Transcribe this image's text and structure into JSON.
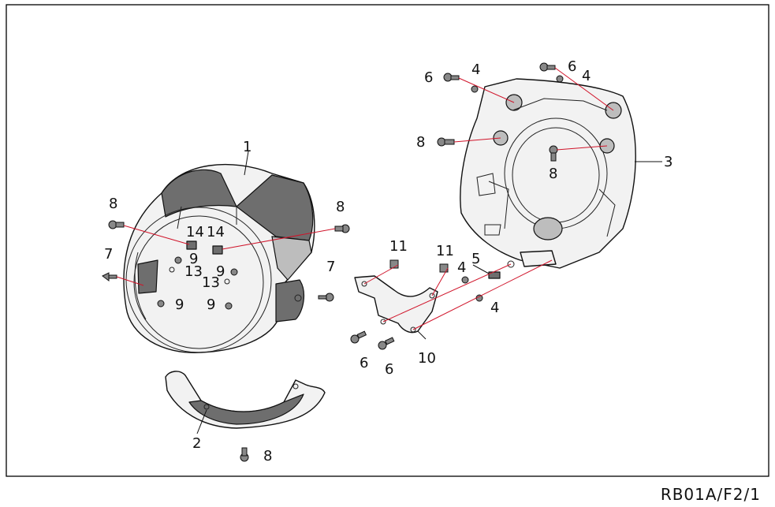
{
  "drawing_ref": "RB01A/F2/1",
  "callouts": {
    "c1": "1",
    "c2": "2",
    "c3": "3",
    "c4a": "4",
    "c4b": "4",
    "c4c": "4",
    "c4d": "4",
    "c5": "5",
    "c6a": "6",
    "c6b": "6",
    "c6c": "6",
    "c6d": "6",
    "c7a": "7",
    "c7b": "7",
    "c8a": "8",
    "c8b": "8",
    "c8c": "8",
    "c8d": "8",
    "c8e": "8",
    "c9a": "9",
    "c9b": "9",
    "c9c": "9",
    "c9d": "9",
    "c10": "10",
    "c11a": "11",
    "c11b": "11",
    "c13a": "13",
    "c13b": "13",
    "c14a": "14",
    "c14b": "14"
  }
}
